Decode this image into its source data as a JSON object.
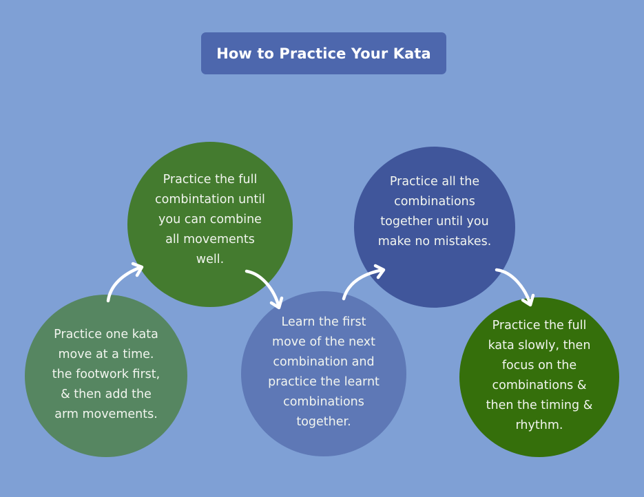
{
  "title": "How to Practice Your Kata",
  "colors": {
    "background": "#7fa0d5",
    "title_box": "#4d67ad",
    "arrow": "#ffffff"
  },
  "steps": [
    {
      "order": 1,
      "text": "Practice one kata\nmove at a time.\nthe footwork first,\n& then add the\narm movements.",
      "color": "#568661"
    },
    {
      "order": 2,
      "text": "Practice the full\ncombintation until\nyou can combine\nall movements\nwell.",
      "color": "#447b2f"
    },
    {
      "order": 3,
      "text": "Learn the first\nmove of the next\ncombination and\npractice the learnt\ncombinations\ntogether.",
      "color": "#5e78b6"
    },
    {
      "order": 4,
      "text": "Practice all the\ncombinations\ntogether until you\nmake no mistakes.",
      "color": "#40569b"
    },
    {
      "order": 5,
      "text": "Practice the full\nkata slowly, then\nfocus on the\ncombinations &\nthen the timing &\nrhythm.",
      "color": "#356f0b"
    }
  ],
  "arrows": [
    {
      "from": 1,
      "to": 2,
      "icon": "curved-arrow-up-right-icon"
    },
    {
      "from": 2,
      "to": 3,
      "icon": "curved-arrow-down-right-icon"
    },
    {
      "from": 3,
      "to": 4,
      "icon": "curved-arrow-up-right-icon"
    },
    {
      "from": 4,
      "to": 5,
      "icon": "curved-arrow-down-right-icon"
    }
  ]
}
